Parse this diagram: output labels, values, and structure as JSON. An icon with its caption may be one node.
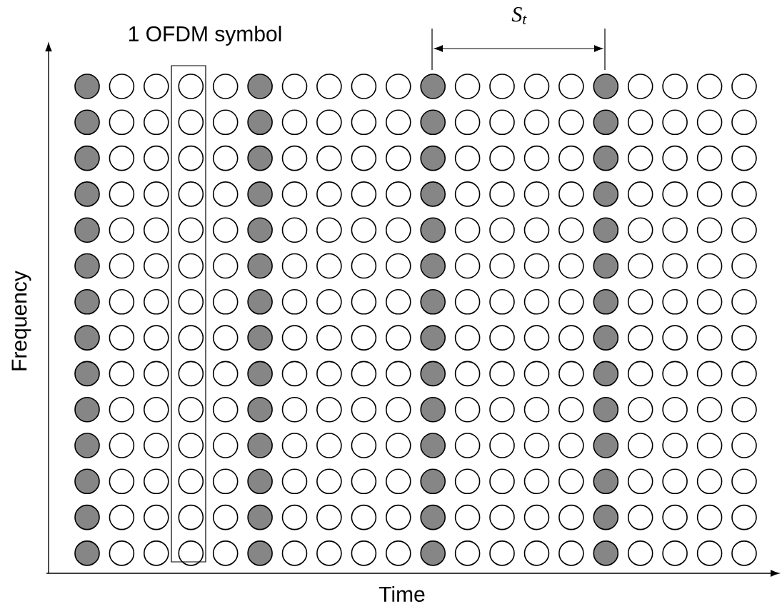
{
  "diagram": {
    "labels": [
      "1 OFDM symbol",
      "S$_{t}$",
      "Frequency",
      "Time"
    ]
  }
}
